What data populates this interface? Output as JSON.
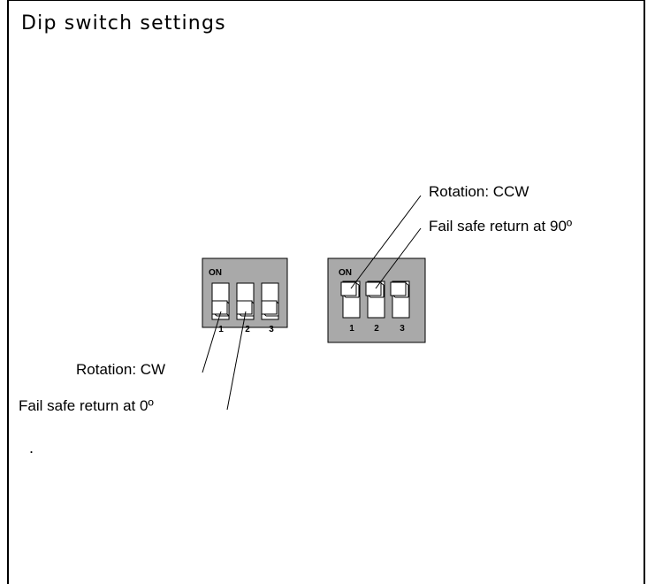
{
  "title": "Dip switch settings",
  "left_block": {
    "on_label": "ON",
    "numbers": [
      "1",
      "2",
      "3"
    ],
    "callouts": [
      "Rotation: CW",
      "Fail safe return at 0º"
    ]
  },
  "right_block": {
    "on_label": "ON",
    "numbers": [
      "1",
      "2",
      "3"
    ],
    "callouts": [
      "Rotation: CCW",
      "Fail safe return at 90º"
    ]
  },
  "trailing_mark": ".",
  "colors": {
    "panel": "#a9a9a9",
    "switch": "#ffffff",
    "line": "#000000"
  }
}
